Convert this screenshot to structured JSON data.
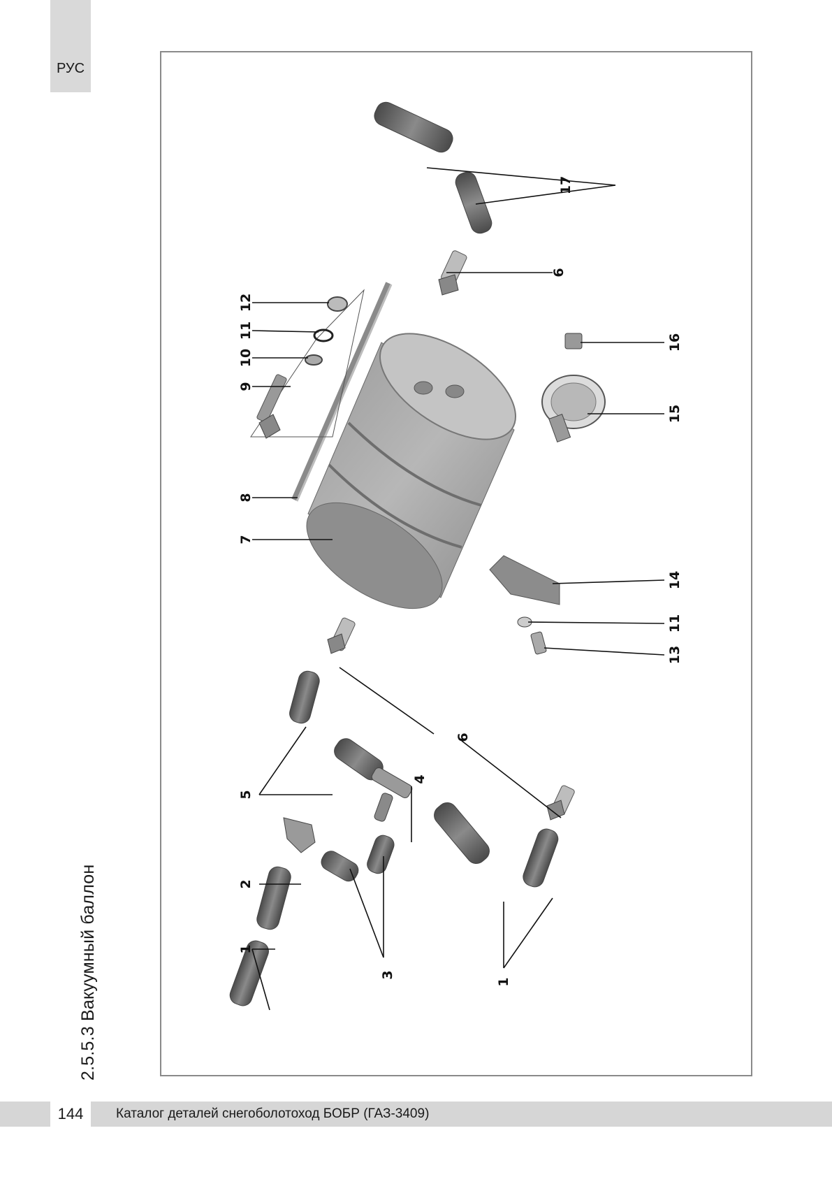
{
  "header": {
    "language_tab": "РУС"
  },
  "section": {
    "title": "2.5.5.3 Вакуумный баллон"
  },
  "footer": {
    "page_number": "144",
    "catalog_title": "Каталог деталей снегоболотоход БОБР (ГАЗ-3409)"
  },
  "diagram": {
    "callouts": [
      "1",
      "2",
      "3",
      "4",
      "5",
      "6",
      "7",
      "8",
      "9",
      "10",
      "11",
      "12",
      "13",
      "14",
      "15",
      "16",
      "17",
      "6",
      "11",
      "1"
    ]
  }
}
